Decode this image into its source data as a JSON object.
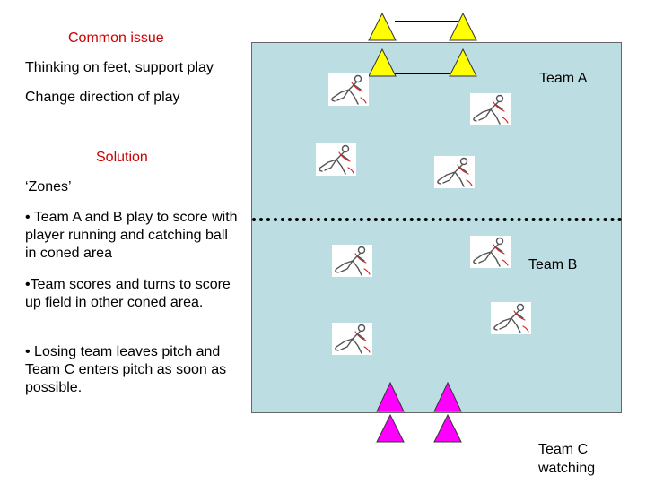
{
  "notes": {
    "issue_heading": "Common issue",
    "issue_line1": "Thinking on feet, support play",
    "issue_line2": "Change direction of play",
    "solution_heading": "Solution",
    "zones_label": "‘Zones’",
    "bullet1": "• Team A and B play to score with player running and catching ball in coned area",
    "bullet2": "•Team scores and turns to score up field in other coned area.",
    "bullet3": "• Losing team leaves pitch and Team C enters pitch as soon as possible."
  },
  "labels": {
    "team_a": "Team A",
    "team_b": "Team B",
    "team_c_line1": "Team C",
    "team_c_line2": "watching"
  },
  "colors": {
    "pitch": "#bcdde2",
    "heading": "#cc0000",
    "cone_top": "#ffff00",
    "cone_bottom": "#ff00ff"
  },
  "icons": {
    "player": "hockey-player-icon",
    "cone": "cone-icon"
  }
}
